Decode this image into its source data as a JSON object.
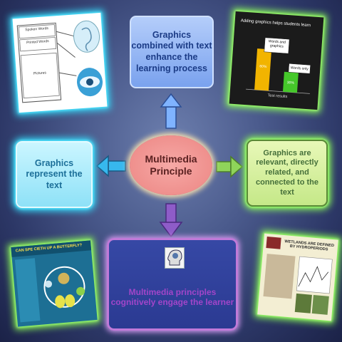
{
  "top_box": "Graphics combined with text enhance the learning process",
  "left_box": "Graphics represent the text",
  "right_box": "Graphics are relevant, directly related, and connected to the text",
  "center": "Multimedia Principle",
  "bottom_box": "Multimedia principles cognitively engage the learner",
  "panel_tl": {
    "item1": "Spoken Words",
    "item2": "Printed Words",
    "item3": "Pictures"
  },
  "panel_tr": {
    "title": "Adding graphics helps students learn",
    "bar1_label": "Words and graphics",
    "bar2_label": "Words only",
    "bar1_value": "60%",
    "bar2_value": "30%",
    "xlabel": "Test results"
  },
  "panel_bl": {
    "title": "CAN SPE CIETH UP A BUTTERFLY?"
  },
  "panel_br": {
    "title": "WETLANDS ARE DEFINED BY HYDROPERIODS"
  },
  "colors": {
    "cyan_glow": "#35e0ff",
    "green_glow": "#8cff56",
    "accent_purple": "#a245c9"
  }
}
